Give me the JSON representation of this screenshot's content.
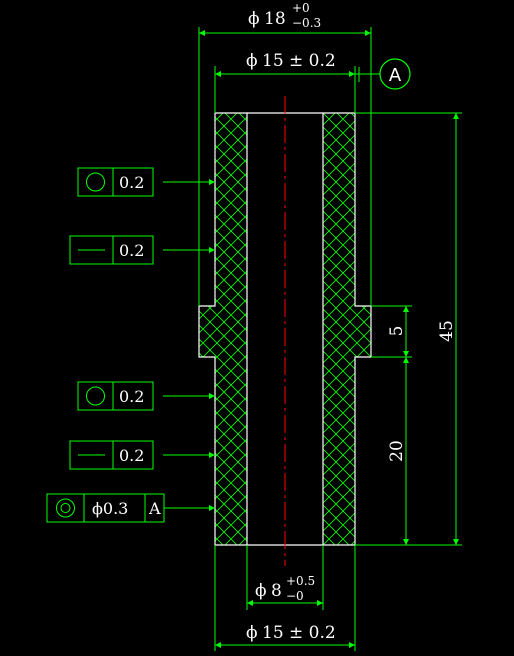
{
  "drawing": {
    "top_dimension": {
      "symbol": "ϕ",
      "value": "18",
      "upper_tol": "+0",
      "lower_tol": "−0.3"
    },
    "upper_width_dimension": {
      "symbol": "ϕ",
      "text": "15 ± 0.2"
    },
    "datum": {
      "label": "A"
    },
    "bore_dimension": {
      "symbol": "ϕ",
      "value": "8",
      "upper_tol": "+0.5",
      "lower_tol": "−0"
    },
    "lower_width_dimension": {
      "symbol": "ϕ",
      "text": "15 ± 0.2"
    },
    "overall_length": "45",
    "collar_height": "5",
    "lower_length": "20",
    "tolerance_frames": [
      {
        "symbol": "roundness-icon",
        "value": "0.2"
      },
      {
        "symbol": "straightness-icon",
        "value": "0.2"
      },
      {
        "symbol": "roundness-icon",
        "value": "0.2"
      },
      {
        "symbol": "straightness-icon",
        "value": "0.2"
      },
      {
        "symbol": "concentricity-icon",
        "value": "ϕ0.3",
        "datum": "A"
      }
    ],
    "colors": {
      "background": "#000000",
      "outline": "#ffffff",
      "dimension": "#00ff00",
      "hatch": "#00ff00",
      "centerline": "#ff0000",
      "text": "#ffffff"
    }
  }
}
